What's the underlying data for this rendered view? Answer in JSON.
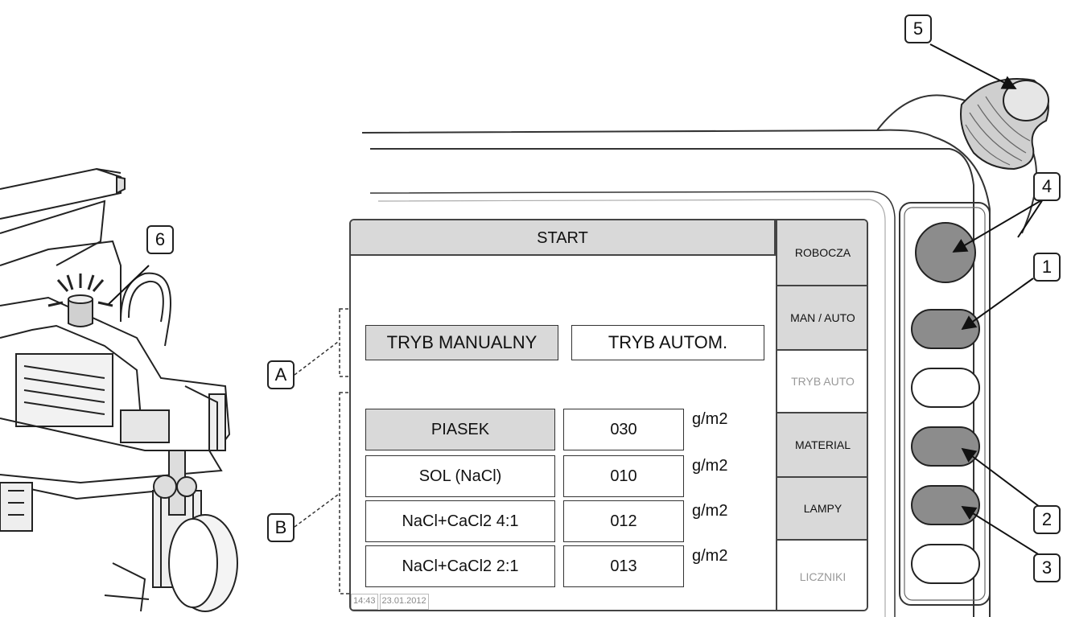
{
  "screen": {
    "title": "START",
    "side_menu": [
      {
        "label": "ROBOCZA",
        "state": "active"
      },
      {
        "label": "MAN / AUTO",
        "state": "active"
      },
      {
        "label": "TRYB AUTO",
        "state": "inactive"
      },
      {
        "label": "MATERIAL",
        "state": "active"
      },
      {
        "label": "LAMPY",
        "state": "active"
      },
      {
        "label": "LICZNIKI",
        "state": "inactive"
      }
    ],
    "modes": {
      "manual": "TRYB MANUALNY",
      "auto": "TRYB AUTOM."
    },
    "materials": [
      {
        "name": "PIASEK",
        "value": "030",
        "unit": "g/m2",
        "selected": true
      },
      {
        "name": "SOL (NaCl)",
        "value": "010",
        "unit": "g/m2",
        "selected": false
      },
      {
        "name": "NaCl+CaCl2 4:1",
        "value": "012",
        "unit": "g/m2",
        "selected": false
      },
      {
        "name": "NaCl+CaCl2 2:1",
        "value": "013",
        "unit": "g/m2",
        "selected": false
      }
    ],
    "status": {
      "time": "14:43",
      "date": "23.01.2012"
    }
  },
  "callouts": {
    "c1": "1",
    "c2": "2",
    "c3": "3",
    "c4": "4",
    "c5": "5",
    "c6": "6",
    "group_a": "A",
    "group_b": "B"
  },
  "colors": {
    "active_fill": "#d9d9d9",
    "inactive_text": "#999999",
    "button_gray": "#8c8c8c",
    "line": "#222222"
  }
}
